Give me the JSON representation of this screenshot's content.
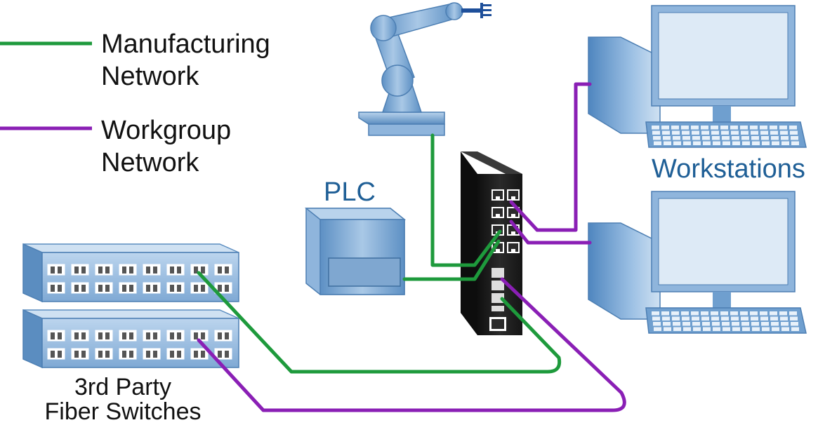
{
  "legend": {
    "items": [
      {
        "line1": "Manufacturing",
        "line2": "Network",
        "color": "#1e9a3c"
      },
      {
        "line1": "Workgroup",
        "line2": "Network",
        "color": "#8a1fb5"
      }
    ]
  },
  "labels": {
    "plc": "PLC",
    "workstations": "Workstations",
    "fiber_line1": "3rd Party",
    "fiber_line2": "Fiber Switches"
  },
  "colors": {
    "manufacturing": "#1e9a3c",
    "workgroup": "#8a1fb5",
    "device_blue": "#6f9fcf",
    "device_light": "#a9c8e6",
    "switch_dark": "#1b1b1b"
  },
  "icons": [
    "robot-arm-icon",
    "plc-icon",
    "ethernet-switch-icon",
    "workstation-icon",
    "fiber-switch-icon"
  ]
}
